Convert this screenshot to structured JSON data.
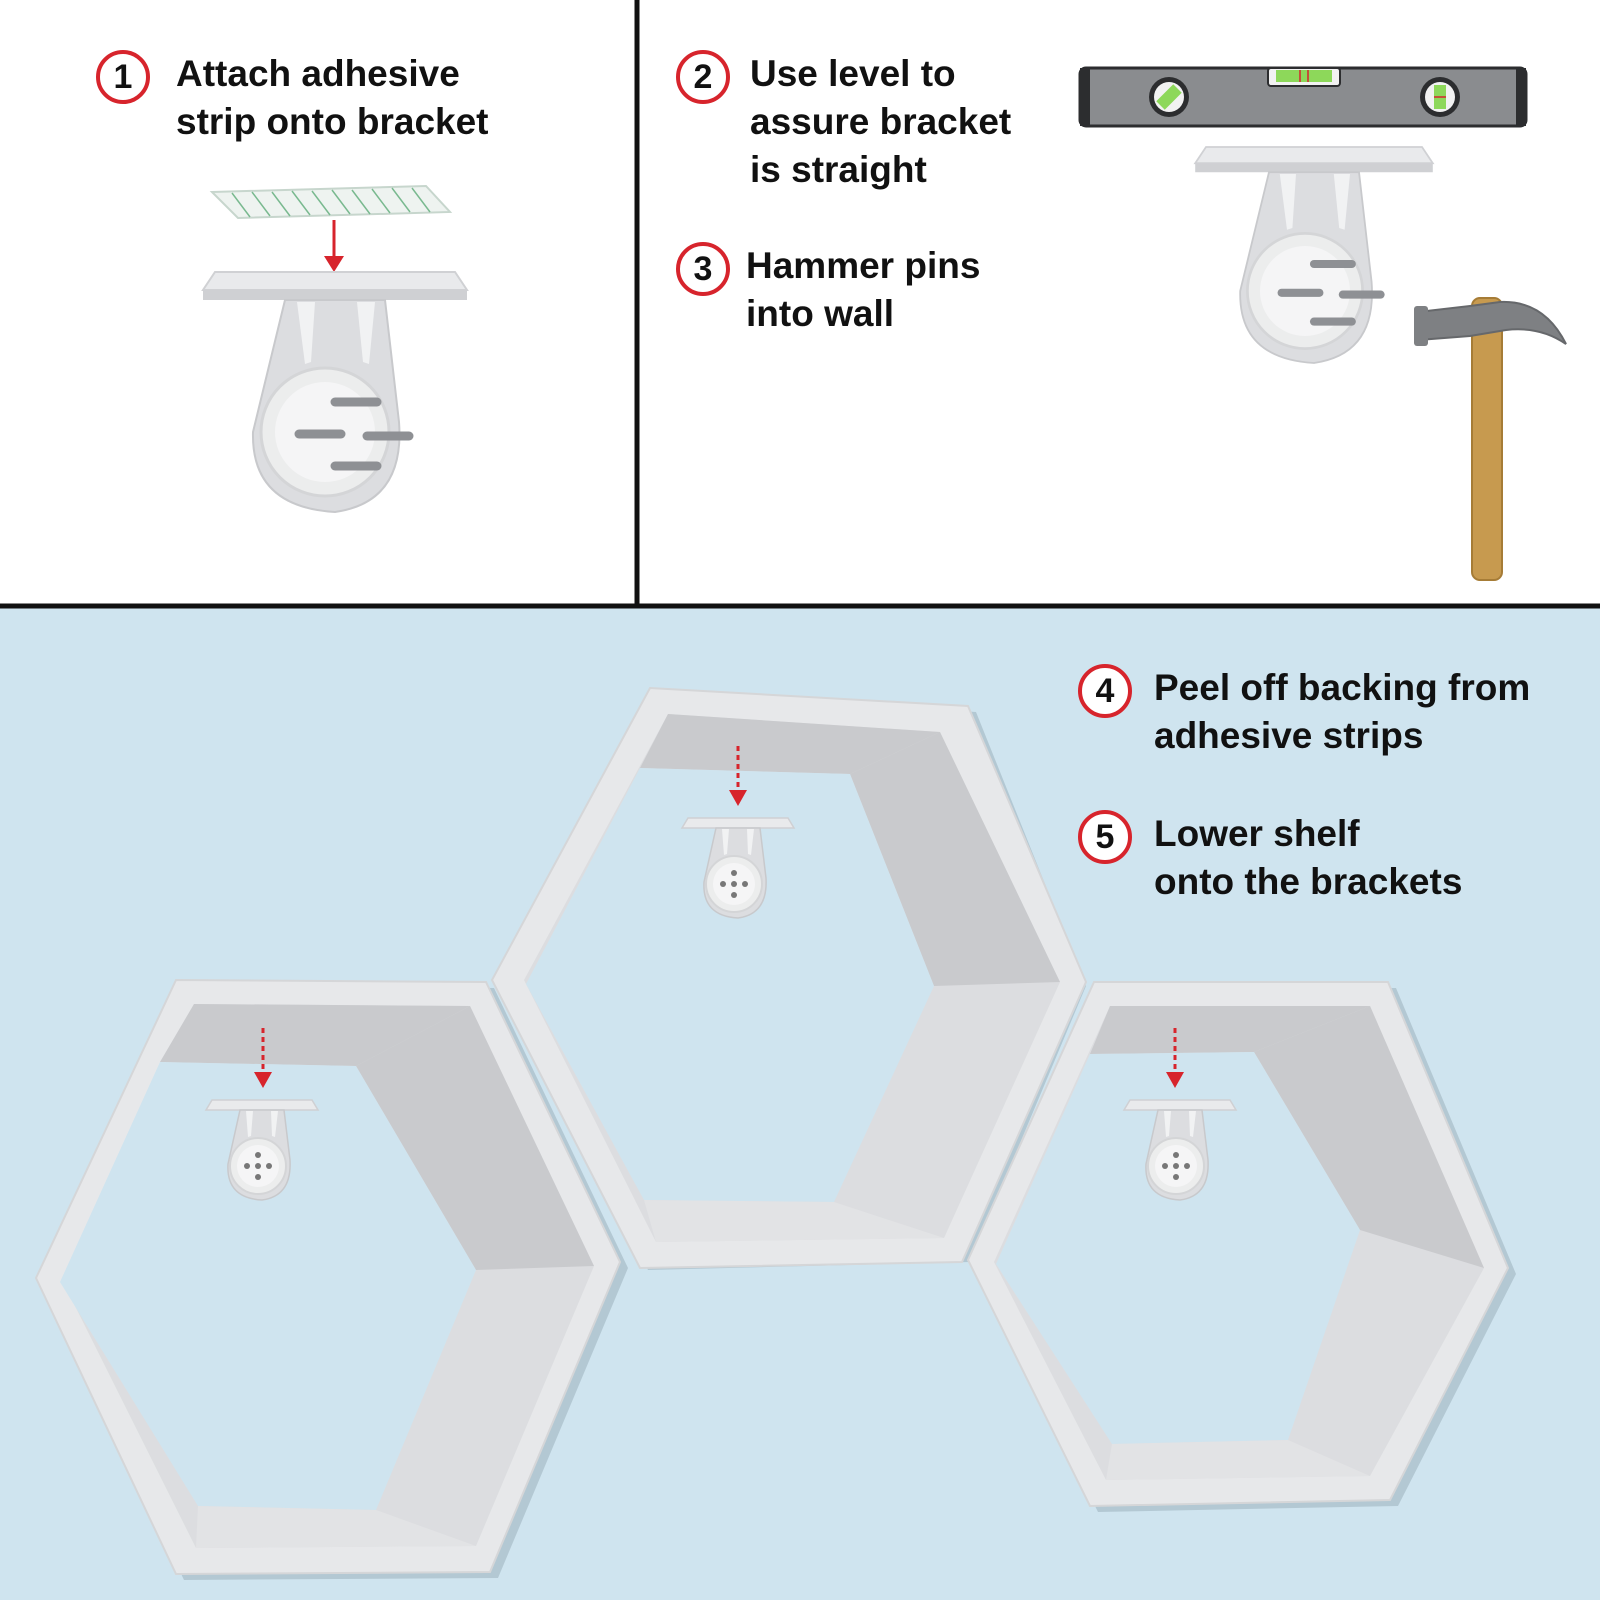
{
  "steps": [
    {
      "number": "1",
      "text": "Attach adhesive\nstrip onto bracket"
    },
    {
      "number": "2",
      "text": "Use level to\nassure bracket\nis straight"
    },
    {
      "number": "3",
      "text": "Hammer pins\ninto wall"
    },
    {
      "number": "4",
      "text": "Peel off backing from\nadhesive strips"
    },
    {
      "number": "5",
      "text": "Lower shelf\nonto the brackets"
    }
  ],
  "colors": {
    "accent_red": "#d7242c",
    "wall_blue": "#cfe4ef",
    "divider": "#111111",
    "shelf_light": "#e7e8ea",
    "shelf_shade": "#c9cacd",
    "level_body": "#8a8c8f",
    "level_vial": "#8dd85a",
    "hammer_handle": "#c79a4f",
    "hammer_head": "#7e8083"
  },
  "icons": [
    "adhesive-strip-icon",
    "bracket-icon",
    "level-tool-icon",
    "hammer-icon",
    "hexagon-shelf-icon",
    "down-arrow-icon"
  ]
}
